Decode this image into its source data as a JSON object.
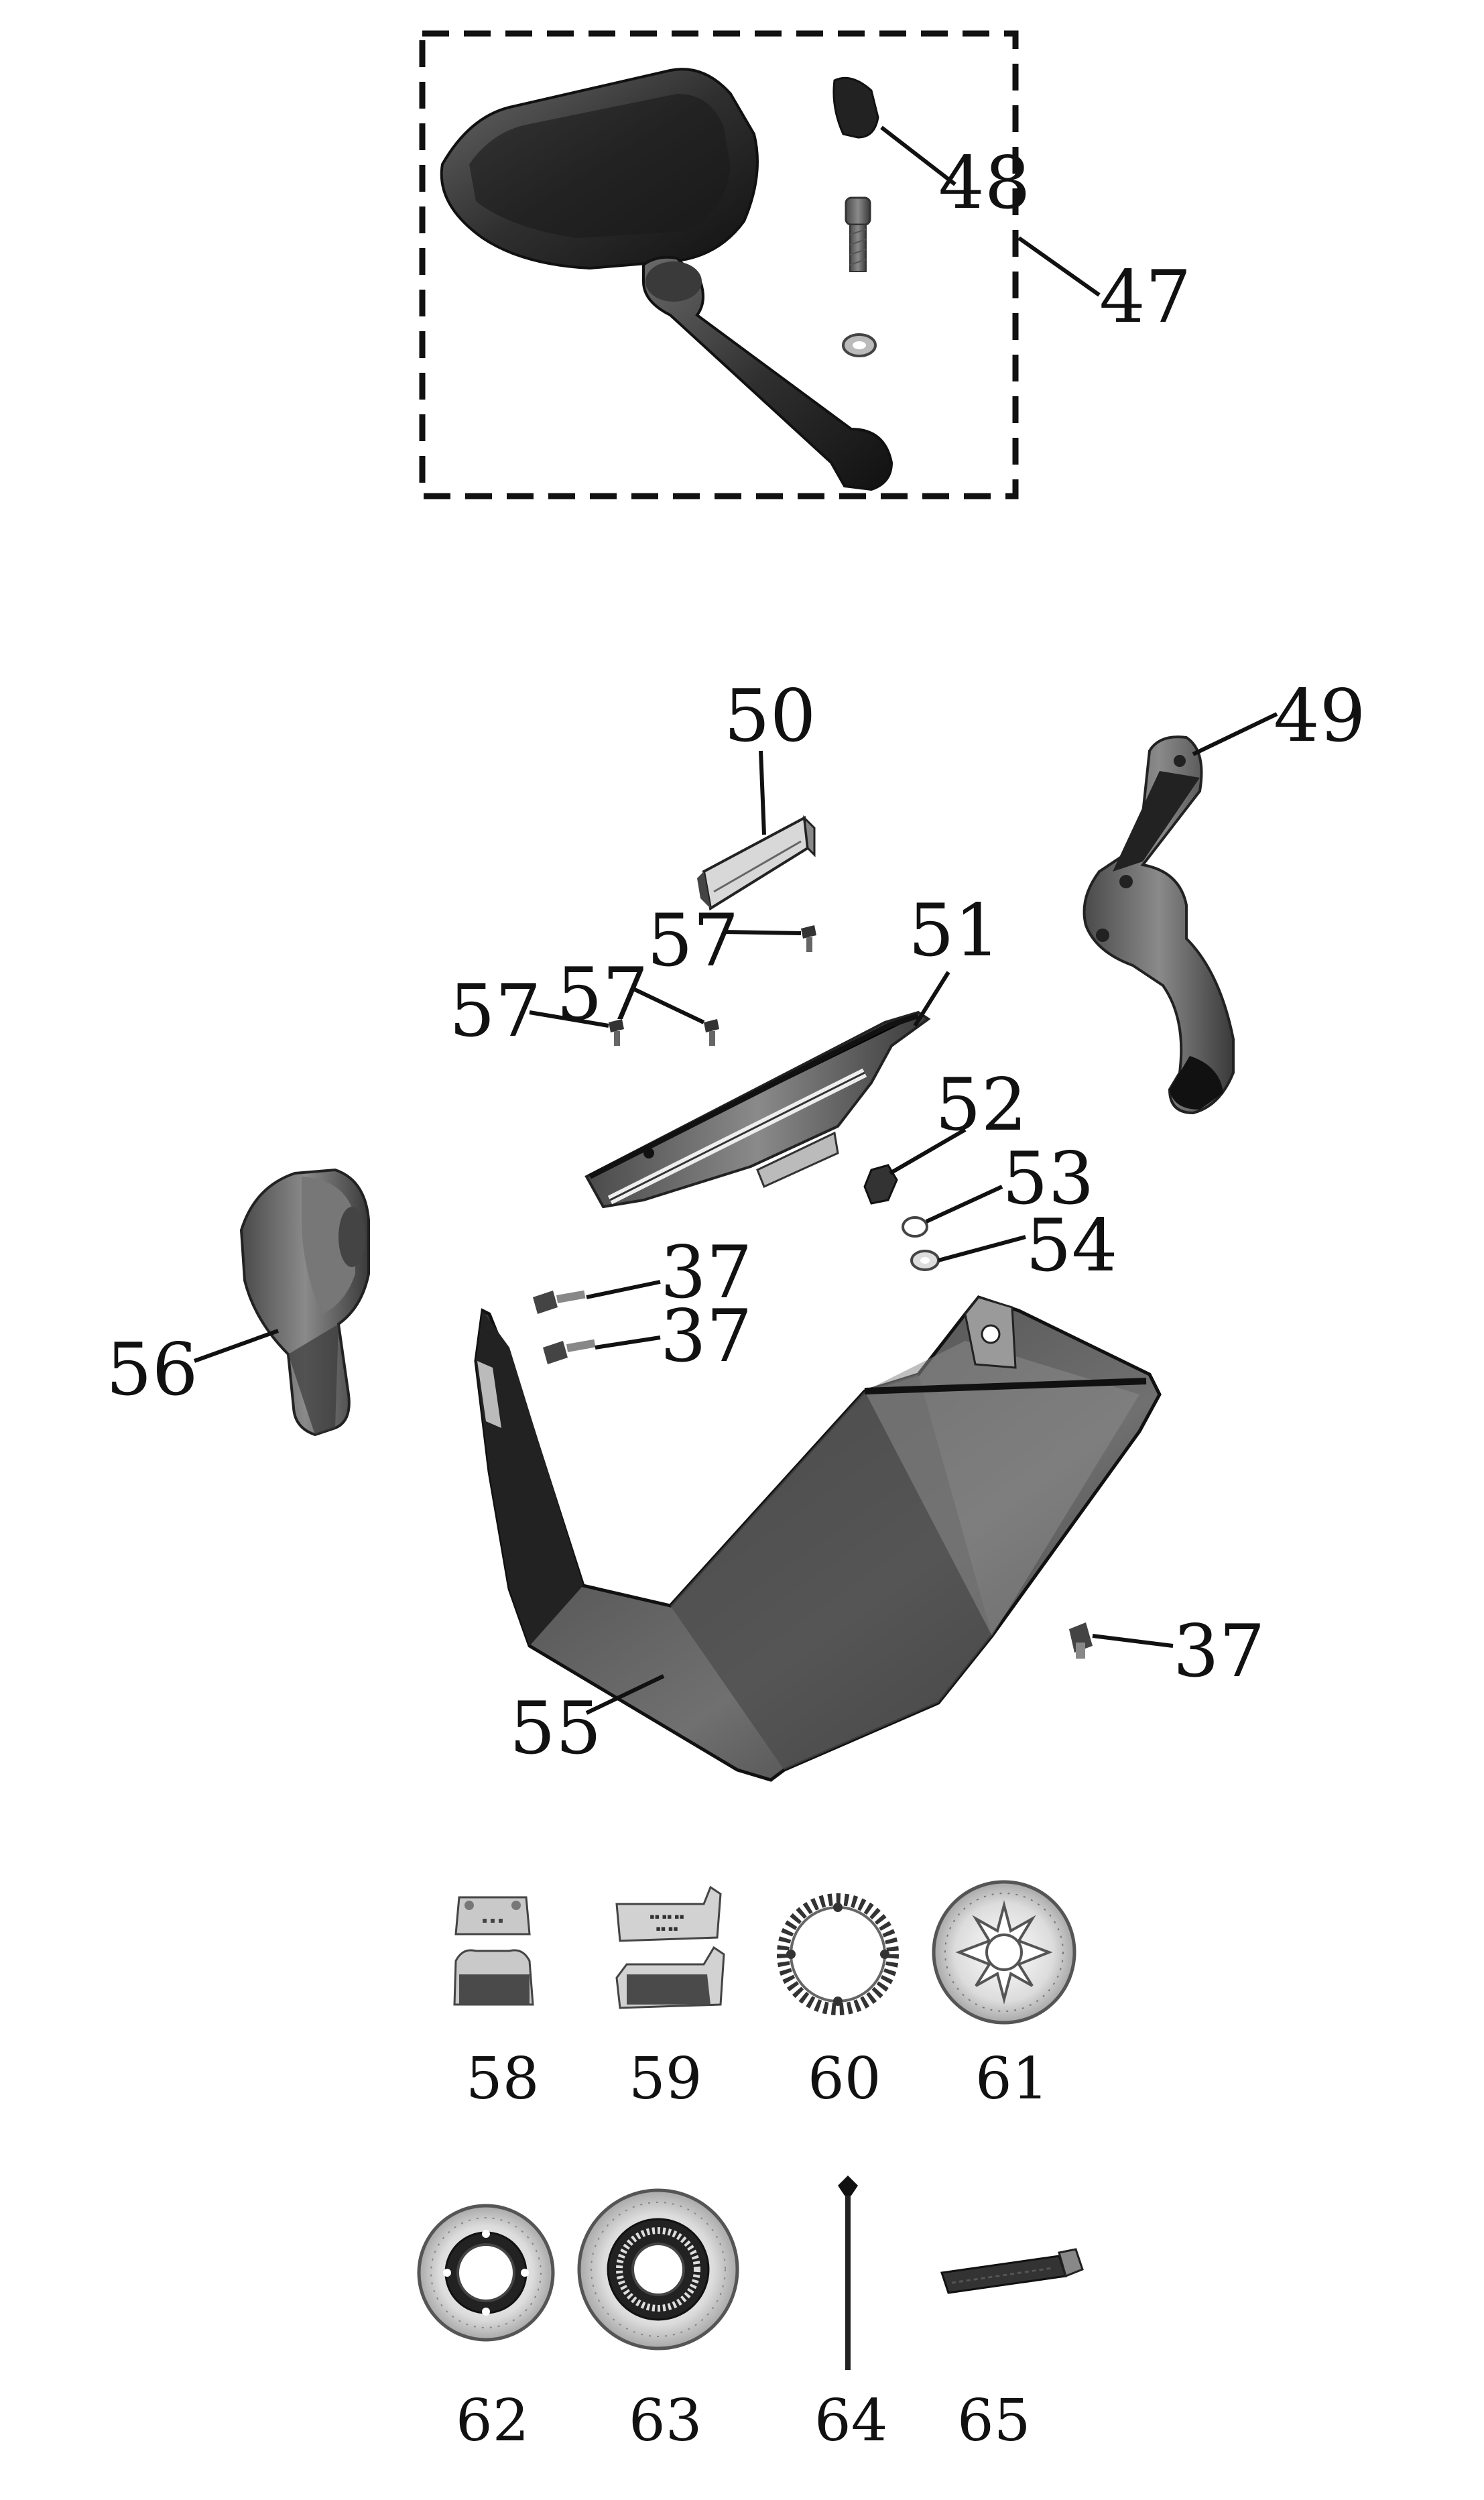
{
  "callouts": {
    "c47": "47",
    "c48": "48",
    "c49": "49",
    "c50": "50",
    "c51": "51",
    "c52": "52",
    "c53": "53",
    "c54": "54",
    "c55": "55",
    "c56": "56",
    "c57a": "57",
    "c57b": "57",
    "c57c": "57",
    "c37a": "37",
    "c37b": "37",
    "c37c": "37",
    "c58": "58",
    "c59": "59",
    "c60": "60",
    "c61": "61",
    "c62": "62",
    "c63": "63",
    "c64": "64",
    "c65": "65"
  },
  "colors": {
    "ink": "#111111",
    "part_dark": "#2b2b2b",
    "part_mid": "#555555",
    "part_light": "#9a9a9a",
    "metal": "#c8c8c8"
  }
}
